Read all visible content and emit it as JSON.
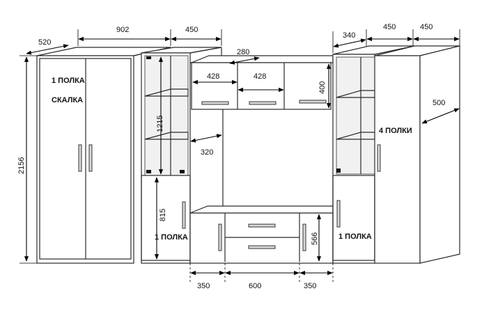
{
  "dimensions": {
    "wardrobe_depth": "520",
    "wardrobe_width": "902",
    "glass_cabinet_width_left": "450",
    "tv_depth": "280",
    "upper_door_1": "428",
    "upper_door_2": "428",
    "upper_height": "400",
    "right_cabinet_depth": "340",
    "right_glass_width": "450",
    "right_wardrobe_width": "450",
    "right_wardrobe_depth": "500",
    "glass_height": "1215",
    "side_depth": "320",
    "total_height": "2156",
    "lower_door_height": "815",
    "tv_base_height": "566",
    "bottom_left": "350",
    "bottom_mid": "600",
    "bottom_right": "350"
  },
  "labels": {
    "wardrobe_shelf": "1 ПОЛКА",
    "wardrobe_rod": "СКАЛКА",
    "left_lower_shelf": "1 ПОЛКА",
    "right_lower_shelf": "1 ПОЛКА",
    "right_wardrobe_shelves": "4 ПОЛКИ"
  }
}
